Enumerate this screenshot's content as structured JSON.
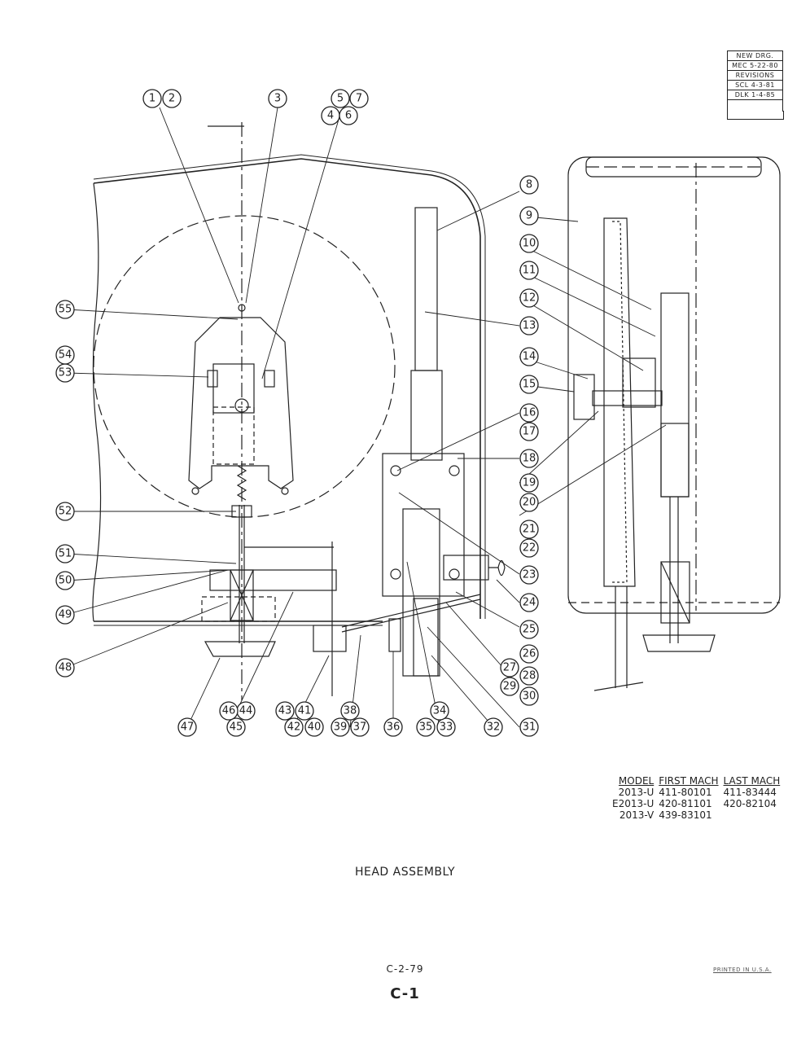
{
  "revision_block": {
    "new_drawing": "NEW DRG.",
    "mec": "MEC 5-22-80",
    "revisions_header": "REVISIONS",
    "rev1": "SCL 4-3-81",
    "rev2": "DLK 1-4-85"
  },
  "callouts": [
    "1",
    "2",
    "3",
    "4",
    "5",
    "6",
    "7",
    "8",
    "9",
    "10",
    "11",
    "12",
    "13",
    "14",
    "15",
    "16",
    "17",
    "18",
    "19",
    "20",
    "21",
    "22",
    "23",
    "24",
    "25",
    "26",
    "27",
    "28",
    "29",
    "30",
    "31",
    "32",
    "33",
    "34",
    "35",
    "36",
    "37",
    "38",
    "39",
    "40",
    "41",
    "42",
    "43",
    "44",
    "45",
    "46",
    "47",
    "48",
    "49",
    "50",
    "51",
    "52",
    "53",
    "54",
    "55"
  ],
  "models": {
    "headers": [
      "MODEL",
      "FIRST MACH",
      "LAST MACH"
    ],
    "rows": [
      [
        "2013-U",
        "411-80101",
        "411-83444"
      ],
      [
        "E2013-U",
        "420-81101",
        "420-82104"
      ],
      [
        "2013-V",
        "439-83101",
        ""
      ]
    ]
  },
  "title": "HEAD ASSEMBLY",
  "page_code": "C-2-79",
  "sheet": "C-1",
  "printed": "PRINTED IN U.S.A."
}
